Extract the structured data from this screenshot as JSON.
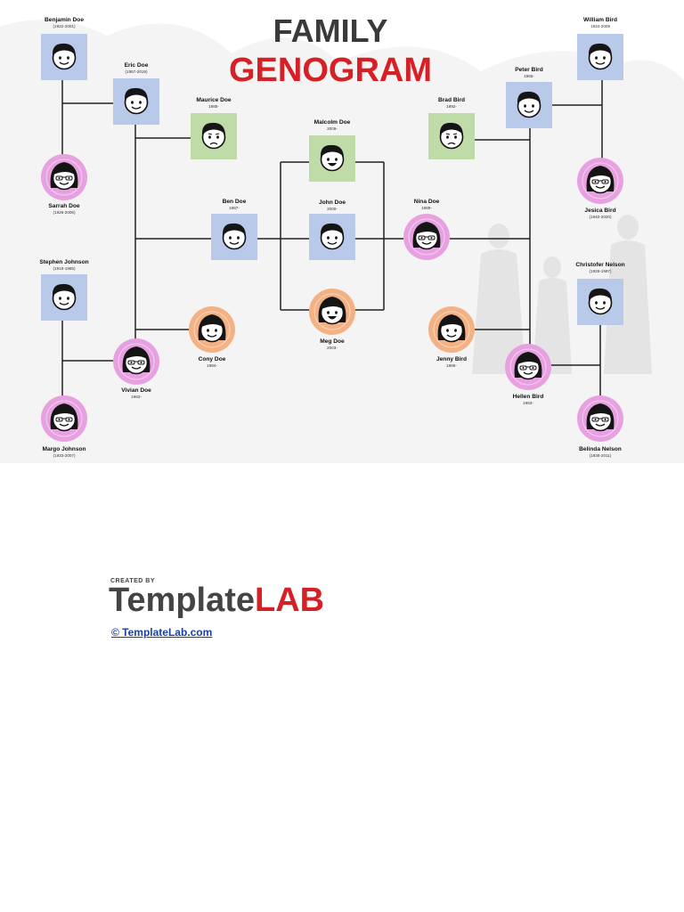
{
  "title": {
    "line1": "FAMILY",
    "line2": "GENOGRAM"
  },
  "colors": {
    "male_box": "#b9c9ea",
    "elder_box": "#bfdca8",
    "female_circle": "#e7a1e1",
    "child_circle": "#f3b184",
    "line": "#222222",
    "title_red": "#d71f26",
    "title_dark": "#3a3a3a"
  },
  "persons": [
    {
      "id": "benjamin",
      "name": "Benjamin Doe",
      "years": "(1922-2001)",
      "shape": "square",
      "tone": "male",
      "face": "smile"
    },
    {
      "id": "eric",
      "name": "Eric Doe",
      "years": "(1957-2019)",
      "shape": "square",
      "tone": "male",
      "face": "smile"
    },
    {
      "id": "sarah",
      "name": "Sarrah Doe",
      "years": "(1928-2006)",
      "shape": "circle",
      "tone": "female",
      "face": "glasses"
    },
    {
      "id": "stephen",
      "name": "Stephen Johnson",
      "years": "(1918-1985)",
      "shape": "square",
      "tone": "male",
      "face": "smile"
    },
    {
      "id": "vivian",
      "name": "Vivian Doe",
      "years": "1963-",
      "shape": "circle",
      "tone": "female",
      "face": "glasses"
    },
    {
      "id": "margo",
      "name": "Margo Johnson",
      "years": "(1933-2007)",
      "shape": "circle",
      "tone": "female",
      "face": "glasses"
    },
    {
      "id": "maurice",
      "name": "Maurice Doe",
      "years": "1985-",
      "shape": "square",
      "tone": "elder",
      "face": "frown"
    },
    {
      "id": "ben",
      "name": "Ben Doe",
      "years": "1987-",
      "shape": "square",
      "tone": "male",
      "face": "smile"
    },
    {
      "id": "cony",
      "name": "Cony Doe",
      "years": "1984-",
      "shape": "circle",
      "tone": "child",
      "face": "smile"
    },
    {
      "id": "malcolm",
      "name": "Malcolm Doe",
      "years": "2009-",
      "shape": "square",
      "tone": "elder",
      "face": "laugh"
    },
    {
      "id": "john",
      "name": "John Doe",
      "years": "2000-",
      "shape": "square",
      "tone": "male",
      "face": "smile"
    },
    {
      "id": "meg",
      "name": "Meg Doe",
      "years": "2003-",
      "shape": "circle",
      "tone": "child",
      "face": "laugh"
    },
    {
      "id": "nina",
      "name": "Nina Doe",
      "years": "1989-",
      "shape": "circle",
      "tone": "female",
      "face": "glasses"
    },
    {
      "id": "brad",
      "name": "Brad Bird",
      "years": "1992-",
      "shape": "square",
      "tone": "elder",
      "face": "frown"
    },
    {
      "id": "jenny",
      "name": "Jenny Bird",
      "years": "1986-",
      "shape": "circle",
      "tone": "child",
      "face": "smile"
    },
    {
      "id": "william",
      "name": "William Bird",
      "years": "1934-2009",
      "shape": "square",
      "tone": "male",
      "face": "smile"
    },
    {
      "id": "peter",
      "name": "Peter Bird",
      "years": "1965-",
      "shape": "square",
      "tone": "male",
      "face": "smile"
    },
    {
      "id": "jessica",
      "name": "Jesica Bird",
      "years": "(1940-2020)",
      "shape": "circle",
      "tone": "female",
      "face": "glasses"
    },
    {
      "id": "christofer",
      "name": "Christofer Nelson",
      "years": "(1928-1997)",
      "shape": "square",
      "tone": "male",
      "face": "smile"
    },
    {
      "id": "hellen",
      "name": "Hellen Bird",
      "years": "1963-",
      "shape": "circle",
      "tone": "female",
      "face": "glasses"
    },
    {
      "id": "belinda",
      "name": "Belinda Nelson",
      "years": "(1936-2011)",
      "shape": "circle",
      "tone": "female",
      "face": "glasses"
    }
  ],
  "branding": {
    "created_by": "CREATED BY",
    "logo_main": "Template",
    "logo_accent": "LAB",
    "link": "© TemplateLab.com"
  }
}
